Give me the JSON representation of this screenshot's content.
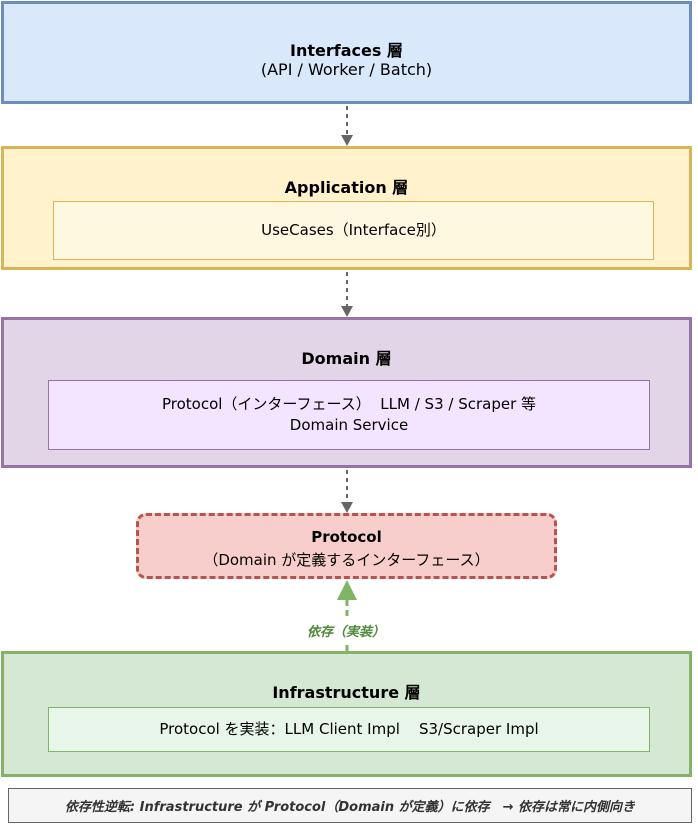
{
  "interfaces": {
    "title": "Interfaces 層",
    "subtitle": "(API / Worker / Batch)"
  },
  "application": {
    "title": "Application 層",
    "usecases": "UseCases（Interface別）"
  },
  "domain": {
    "title": "Domain 層",
    "protocol_line": "Protocol（インターフェース）  LLM / S3 / Scraper 等",
    "service_line": "Domain Service"
  },
  "protocol": {
    "title": "Protocol",
    "subtitle": "（Domain が定義するインターフェース）"
  },
  "dependency_label": "依存（実装）",
  "infrastructure": {
    "title": "Infrastructure 層",
    "impl": "Protocol を実装：LLM Client Impl    S3/Scraper Impl"
  },
  "note": "依存性逆転: Infrastructure が Protocol（Domain が定義）に依存　→ 依存は常に内側向き",
  "colors": {
    "interfaces_fill": "#dae8fc",
    "interfaces_stroke": "#6c8ebf",
    "application_fill": "#fff2cc",
    "application_stroke": "#d6b656",
    "domain_fill": "#e1d5e7",
    "domain_stroke": "#9673a6",
    "protocol_fill": "#f8cecc",
    "protocol_stroke": "#b85450",
    "infrastructure_fill": "#d5e8d4",
    "infrastructure_stroke": "#82b366",
    "arrow_gray": "#666666",
    "arrow_green": "#82b366"
  }
}
